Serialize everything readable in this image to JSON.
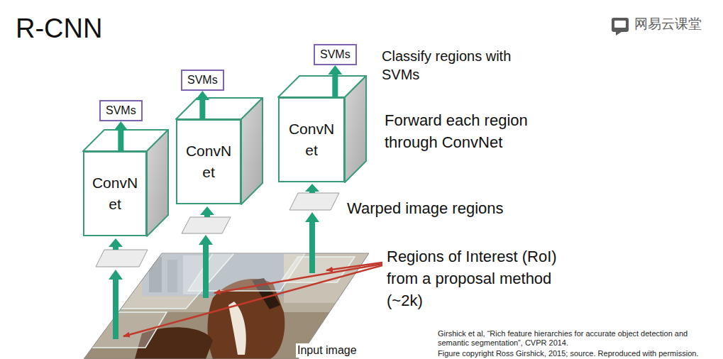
{
  "diagram": {
    "title": "R-CNN",
    "nodes": [
      {
        "text": [
          "SVMs"
        ]
      },
      {
        "text": [
          "ConvN et"
        ]
      },
      {
        "text": [
          "SVMs"
        ]
      },
      {
        "text": [
          "ConvN et"
        ]
      },
      {
        "text": [
          "SVMs"
        ]
      },
      {
        "text": [
          "ConvN et"
        ]
      }
    ],
    "edges": [
      {
        "from": 1,
        "to": 0,
        "arrow": "to"
      },
      {
        "from": 3,
        "to": 2,
        "arrow": "to"
      },
      {
        "from": 5,
        "to": 4,
        "arrow": "to"
      }
    ],
    "labels": [
      "Classify regions with SVMs",
      "Forward each region through ConvNet",
      "Warped image regions",
      "Regions of Interest (RoI) from a proposal method (~2k)",
      "Input image",
      "Girshick et al, “Rich feature hierarchies for accurate object detection and semantic segmentation”, CVPR 2014.",
      "Figure copyright Ross Girshick, 2015; source. Reproduced with permission.",
      "网易云课堂"
    ]
  }
}
